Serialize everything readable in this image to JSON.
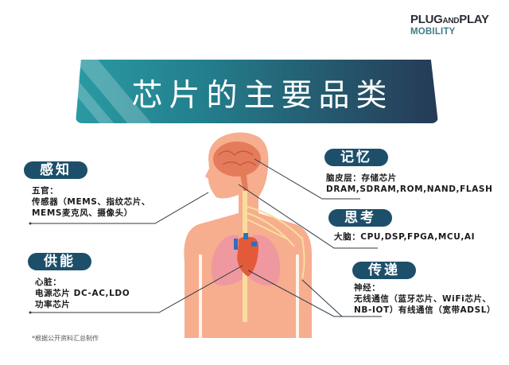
{
  "logo": {
    "top_a": "PLUG",
    "top_b": "AND",
    "top_c": "PLAY",
    "bottom": "MOBILITY"
  },
  "banner": {
    "title": "芯片的主要品类"
  },
  "categories": {
    "perception": {
      "label": "感知",
      "lines": [
        "五官：",
        "传感器（MEMS、指纹芯片、",
        "MEMS麦克风、摄像头）"
      ]
    },
    "power": {
      "label": "供能",
      "lines": [
        "心脏：",
        "电源芯片 DC-AC,LDO",
        "功率芯片"
      ]
    },
    "memory": {
      "label": "记忆",
      "lines": [
        "脑皮层：存储芯片",
        "DRAM,SDRAM,ROM,NAND,FLASH"
      ]
    },
    "thinking": {
      "label": "思考",
      "lines": [
        "大脑：CPU,DSP,FPGA,MCU,AI"
      ]
    },
    "transmission": {
      "label": "传递",
      "lines": [
        "神经：",
        "无线通信（蓝牙芯片、WiFi芯片、",
        "NB-IOT）有线通信（宽带ADSL）"
      ]
    }
  },
  "footnote": "*根据公开资料汇总制作",
  "colors": {
    "pill": "#1d4f6a",
    "banner_start": "#2a9aa3",
    "banner_end": "#263a56",
    "skin": "#f6ae8f",
    "logo_bottom": "#3f7b8a"
  }
}
